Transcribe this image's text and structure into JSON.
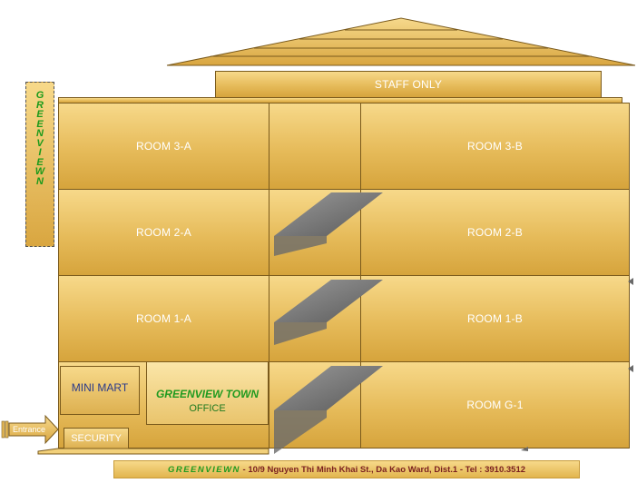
{
  "roof": {
    "staff_only": "STAFF ONLY"
  },
  "sign": {
    "vertical_text": [
      "G",
      "R",
      "E",
      "E",
      "N",
      "V",
      "I",
      "E",
      "W",
      "N"
    ]
  },
  "rooms": {
    "r3a": "ROOM 3-A",
    "r3b": "ROOM 3-B",
    "r2a": "ROOM 2-A",
    "r2b": "ROOM 2-B",
    "r1a": "ROOM 1-A",
    "r1b": "ROOM 1-B",
    "rg1": "ROOM G-1"
  },
  "ground": {
    "mini_mart": "MINI MART",
    "office_title": "GREENVIEW TOWN",
    "office_sub": "OFFICE",
    "security": "SECURITY",
    "entrance": "Entrance"
  },
  "footer": {
    "brand": "GREENVIEWN",
    "address": " - 10/9 Nguyen Thi Minh Khai St., Da Kao Ward, Dist.1 - Tel : 3910.3512"
  },
  "colors": {
    "gold": "#e6bb5a",
    "brand_green": "#1f9a1f",
    "outline": "#7a5a1c"
  }
}
